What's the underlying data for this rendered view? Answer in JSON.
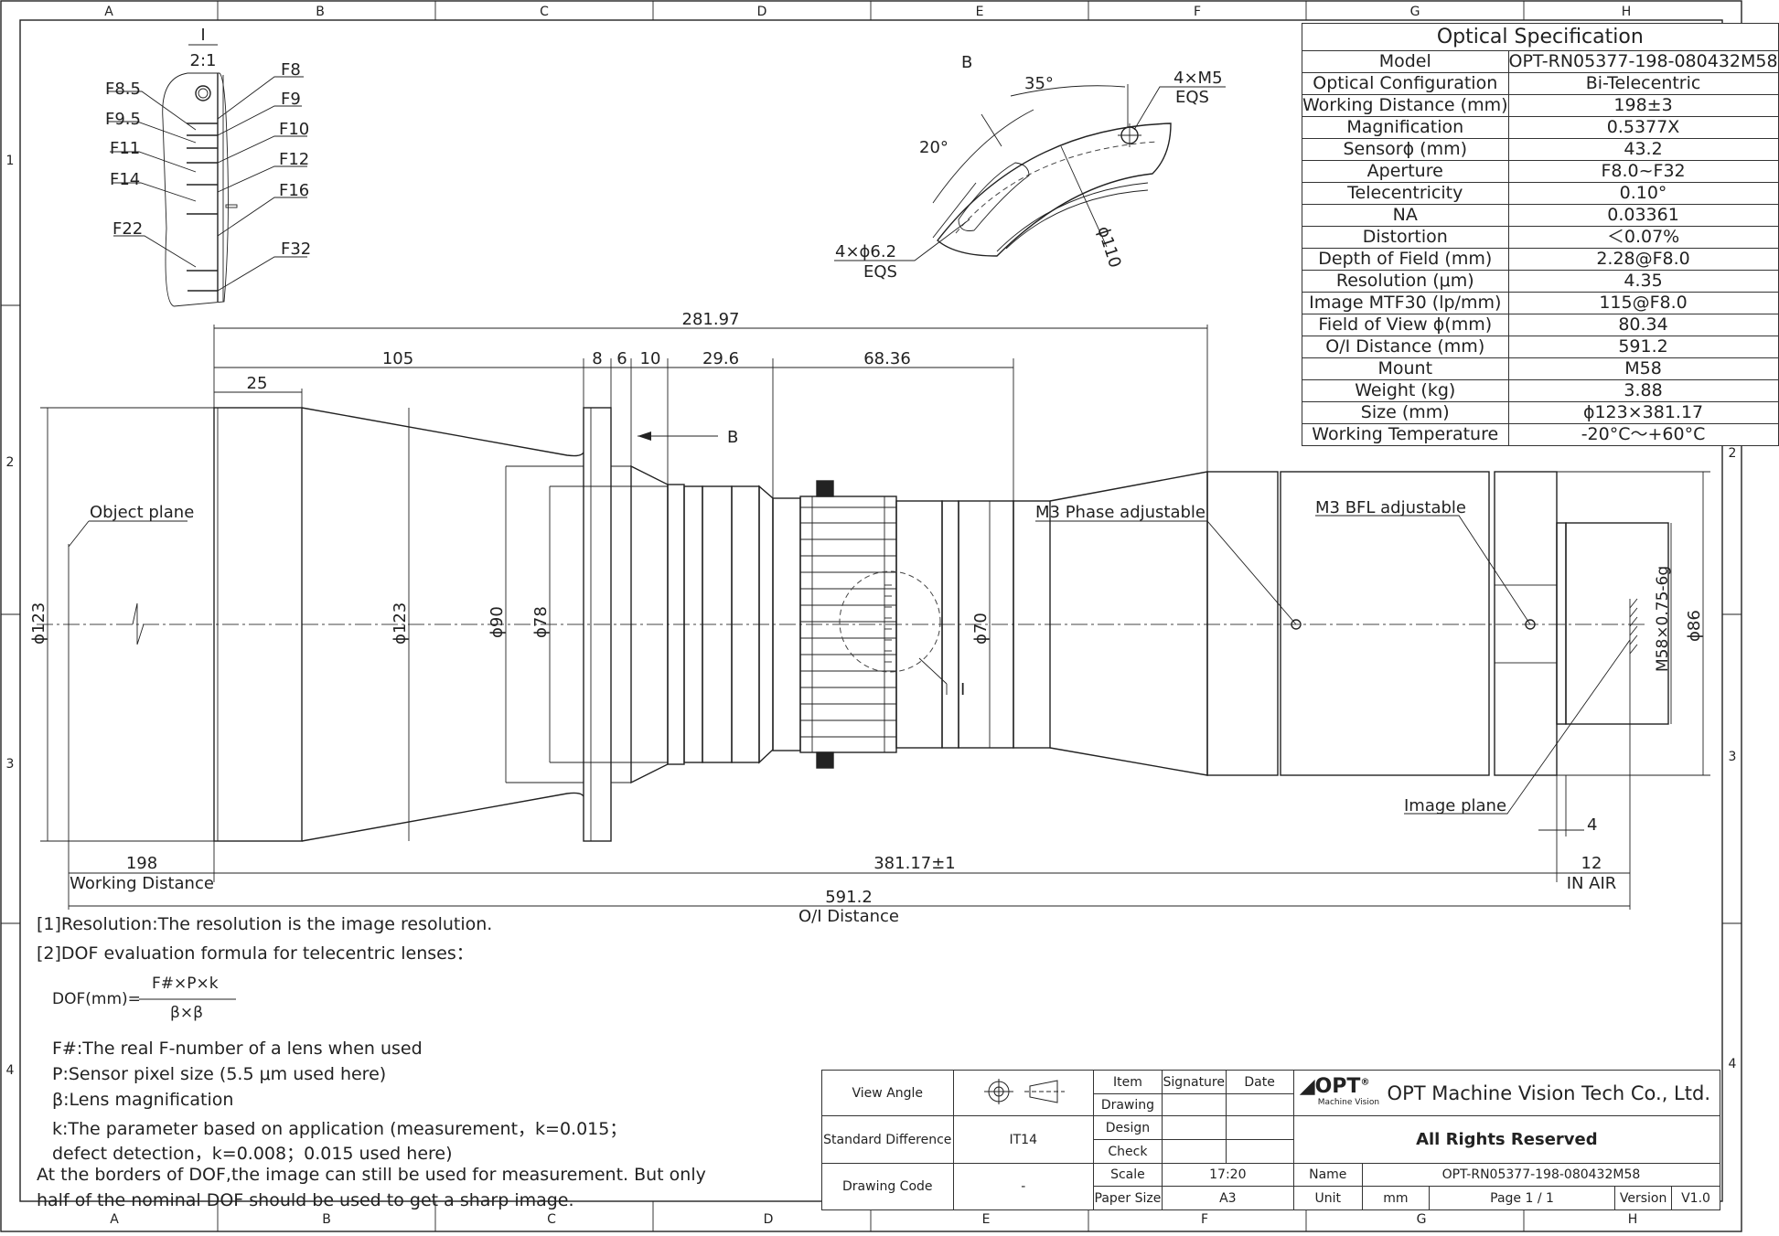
{
  "grid": {
    "columns": [
      "A",
      "B",
      "C",
      "D",
      "E",
      "F",
      "G",
      "H"
    ],
    "rows": [
      "1",
      "2",
      "3",
      "4"
    ]
  },
  "detail": {
    "label": "I",
    "scale": "2:1",
    "stops_left": [
      "F8.5",
      "F9.5",
      "F11",
      "F14",
      "F22"
    ],
    "stops_right": [
      "F8",
      "F9",
      "F10",
      "F12",
      "F16",
      "F32"
    ]
  },
  "view_b": {
    "label": "B",
    "angle1": "35°",
    "angle2": "20°",
    "hole_note": "4×M5",
    "hole_note2": "EQS",
    "slot_note": "4×ϕ6.2",
    "slot_note2": "EQS",
    "diameter": "ϕ110"
  },
  "dims": {
    "overall_top": "281.97",
    "d105": "105",
    "d25": "25",
    "d8": "8",
    "d6": "6",
    "d10": "10",
    "d29": "29.6",
    "d68": "68.36",
    "section_b": "B",
    "phi123_left": "ϕ123",
    "phi123_mid": "ϕ123",
    "phi90": "ϕ90",
    "phi78": "ϕ78",
    "phi70": "ϕ70",
    "phi86": "ϕ86",
    "thread": "M58×0.75-6g",
    "wd": "198",
    "wd_label": "Working Distance",
    "length": "381.17±1",
    "oi": "591.2",
    "oi_label": "O/I Distance",
    "d12": "12",
    "in_air": "IN AIR",
    "d4": "4",
    "detail_ref": "I"
  },
  "labels": {
    "object_plane": "Object plane",
    "image_plane": "Image plane",
    "phase": "M3 Phase adjustable",
    "bfl": "M3 BFL  adjustable"
  },
  "spec": {
    "title": "Optical Specification",
    "rows": [
      [
        "Model",
        "OPT-RN05377-198-080432M58"
      ],
      [
        "Optical Configuration",
        "Bi-Telecentric"
      ],
      [
        "Working Distance (mm)",
        "198±3"
      ],
      [
        "Magnification",
        "0.5377X"
      ],
      [
        "Sensorϕ (mm)",
        "43.2"
      ],
      [
        "Aperture",
        "F8.0~F32"
      ],
      [
        "Telecentricity",
        "0.10°"
      ],
      [
        "NA",
        "0.03361"
      ],
      [
        "Distortion",
        "＜0.07%"
      ],
      [
        "Depth of Field (mm)",
        "2.28@F8.0"
      ],
      [
        "Resolution (μm)",
        "4.35"
      ],
      [
        "Image MTF30 (lp/mm)",
        "115@F8.0"
      ],
      [
        "Field of View ϕ(mm)",
        "80.34"
      ],
      [
        "O/I Distance (mm)",
        "591.2"
      ],
      [
        "Mount",
        "M58"
      ],
      [
        "Weight (kg)",
        "3.88"
      ],
      [
        "Size (mm)",
        "ϕ123×381.17"
      ],
      [
        "Working Temperature",
        "-20°C～+60°C"
      ]
    ]
  },
  "notes": {
    "n1": "[1]Resolution:The resolution is  the image resolution.",
    "n2": "[2]DOF evaluation formula for telecentric lenses：",
    "formula_lhs": "DOF(mm)=",
    "formula_num": "F#×P×k",
    "formula_den": "β×β",
    "f1": "F#:The real F-number of a lens when used",
    "f2": "P:Sensor pixel size (5.5 μm used here)",
    "f3": "β:Lens magnification",
    "f4": "k:The parameter based on application (measurement，k=0.015；",
    "f5": "defect detection，k=0.008；0.015 used here)",
    "f6": "At the borders of DOF,the image can still be used for measurement. But only",
    "f7": "half of the nominal DOF should be used to get a sharp image."
  },
  "title_block": {
    "view_angle": "View Angle",
    "std_diff": "Standard Difference",
    "std_val": "IT14",
    "drawing_code": "Drawing Code",
    "code_val": "-",
    "item": "Item",
    "signature": "Signature",
    "date": "Date",
    "drawing": "Drawing",
    "design": "Design",
    "check": "Check",
    "scale": "Scale",
    "scale_val": "17:20",
    "paper": "Paper Size",
    "paper_val": "A3",
    "logo": "OPT",
    "logo_sub": "Machine Vision",
    "company": "OPT Machine Vision Tech Co., Ltd.",
    "rights": "All Rights Reserved",
    "name": "Name",
    "name_val": "OPT-RN05377-198-080432M58",
    "unit": "Unit",
    "unit_val": "mm",
    "page": "Page  1 / 1",
    "version": "Version",
    "version_val": "V1.0"
  }
}
